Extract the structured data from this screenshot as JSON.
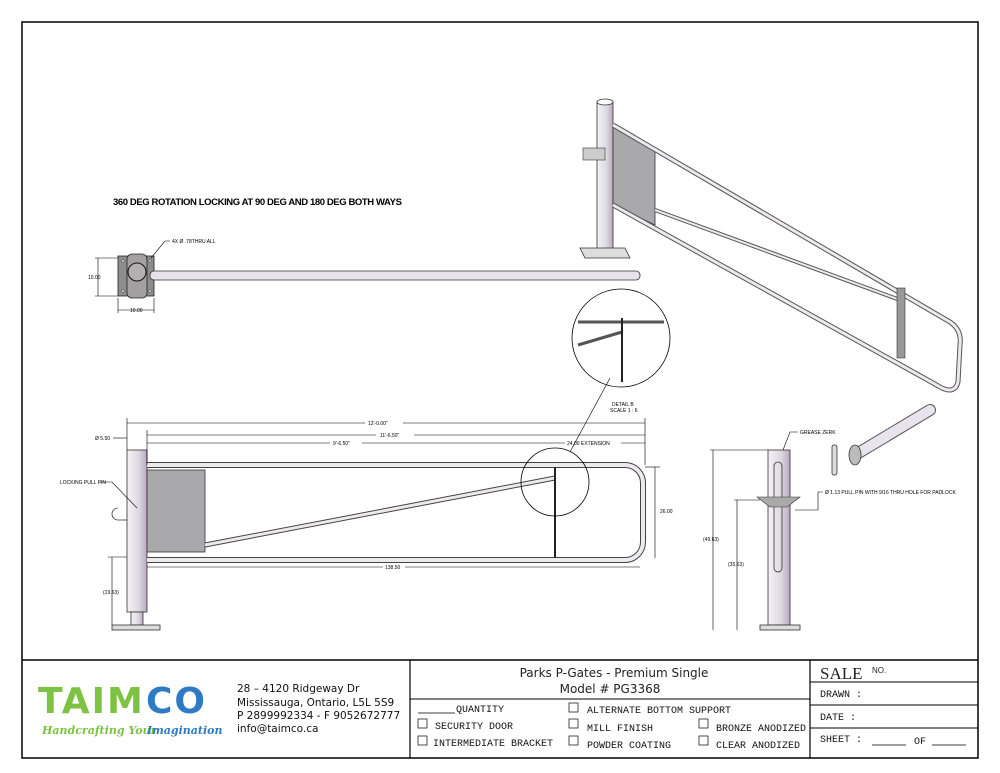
{
  "drawing": {
    "rotation_note": "360 DEG ROTATION LOCKING AT 90 DEG AND 180 DEG BOTH WAYS",
    "plan_view": {
      "holes": "4X Ø .78THRU ALL",
      "height": "10.00",
      "width": "10.00"
    },
    "elevation": {
      "overall": "12'-0.00\"",
      "gate_length": "11'-6.50\"",
      "rail_length": "9'-6.50\"",
      "extension": "24.00 EXTENSION",
      "post_dia": "Ø 5.50",
      "gate_height": "26.00",
      "bottom_length": "138.50",
      "post_height": "(19.63)",
      "pull_pin_label": "LOCKING PULL PIN"
    },
    "detail": {
      "name": "DETAIL B",
      "scale": "SCALE 1 : 6"
    },
    "side_view": {
      "grease": "GREASE ZERK",
      "pin_note": "Ø 1.13 PULL PIN WITH 9/16 THRU HOLE FOR PADLOCK",
      "total_height": "(49.63)",
      "pin_height": "(35.63)"
    }
  },
  "title_block": {
    "logo": {
      "text_green": "TAIM",
      "text_blue": "CO",
      "tagline_green": "Handcrafting Your",
      "tagline_blue": "Imagination",
      "green": "#7dc242",
      "blue": "#2e7bc4"
    },
    "address": [
      "28 – 4120 Ridgeway Dr",
      "Mississauga, Ontario, L5L 5S9",
      "P 2899992334 - F 9052672777",
      "info@taimco.ca"
    ],
    "product": "Parks P-Gates - Premium Single",
    "model": "Model # PG3368",
    "quantity_label": "QUANTITY",
    "options": {
      "security_door": "SECURITY DOOR",
      "intermediate_bracket": "INTERMEDIATE BRACKET",
      "alt_bottom": "ALTERNATE BOTTOM SUPPORT",
      "mill_finish": "MILL FINISH",
      "powder_coating": "POWDER COATING",
      "bronze": "BRONZE ANODIZED",
      "clear": "CLEAR ANODIZED"
    },
    "sale": "SALE",
    "sale_no": "NO.",
    "drawn": "DRAWN :",
    "date": "DATE :",
    "sheet": "SHEET :",
    "of": "OF"
  }
}
